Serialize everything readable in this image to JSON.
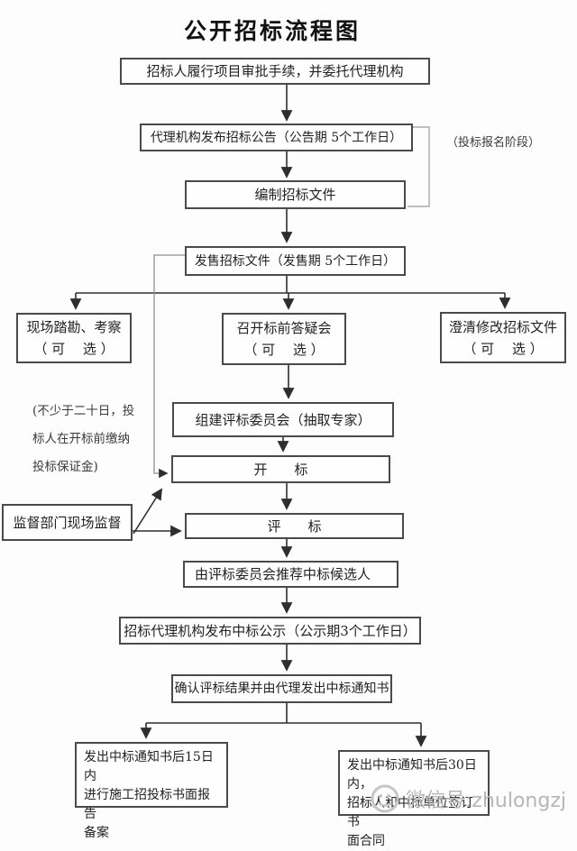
{
  "title": "公开招标流程图",
  "nodes": {
    "approval": "招标人履行项目审批手续，并委托代理机构",
    "announcement": "代理机构发布招标公告（公告期 5个工作日）",
    "prepare_docs": "编制招标文件",
    "sell_docs": "发售招标文件（发售期 5个工作日）",
    "site_visit": "现场踏勘、考察\n（ 可　 选 ）",
    "pre_bid_meeting": "召开标前答疑会\n（ 可　 选 ）",
    "clarify_docs": "澄清修改招标文件\n（ 可　 选 ）",
    "committee": "组建评标委员会（抽取专家）",
    "bid_opening": "开　　标",
    "supervision": "监督部门现场监督",
    "bid_evaluation": "评　　标",
    "recommend": "由评标委员会推荐中标候选人",
    "publicity": "招标代理机构发布中标公示（公示期3个工作日）",
    "confirm_result": "确认评标结果并由代理发出中标通知书",
    "filing": "发出中标通知书后15日内\n进行施工招投标书面报告\n备案",
    "sign_contract": "发出中标通知书后30日内，\n招标人和中标单位签订书\n面合同"
  },
  "annotations": {
    "registration_stage": "（投标报名阶段）",
    "deposit_note": "(不少于二十日，投\n标人在开标前缴纳\n投标保证金)"
  },
  "watermark": {
    "label": "微信号:zhulongzj"
  },
  "colors": {
    "line": "#2e2e2e",
    "box_border": "#4a4a4a",
    "faint_connector": "#8f8f8f",
    "watermark_gray": "#b6b6b6"
  }
}
